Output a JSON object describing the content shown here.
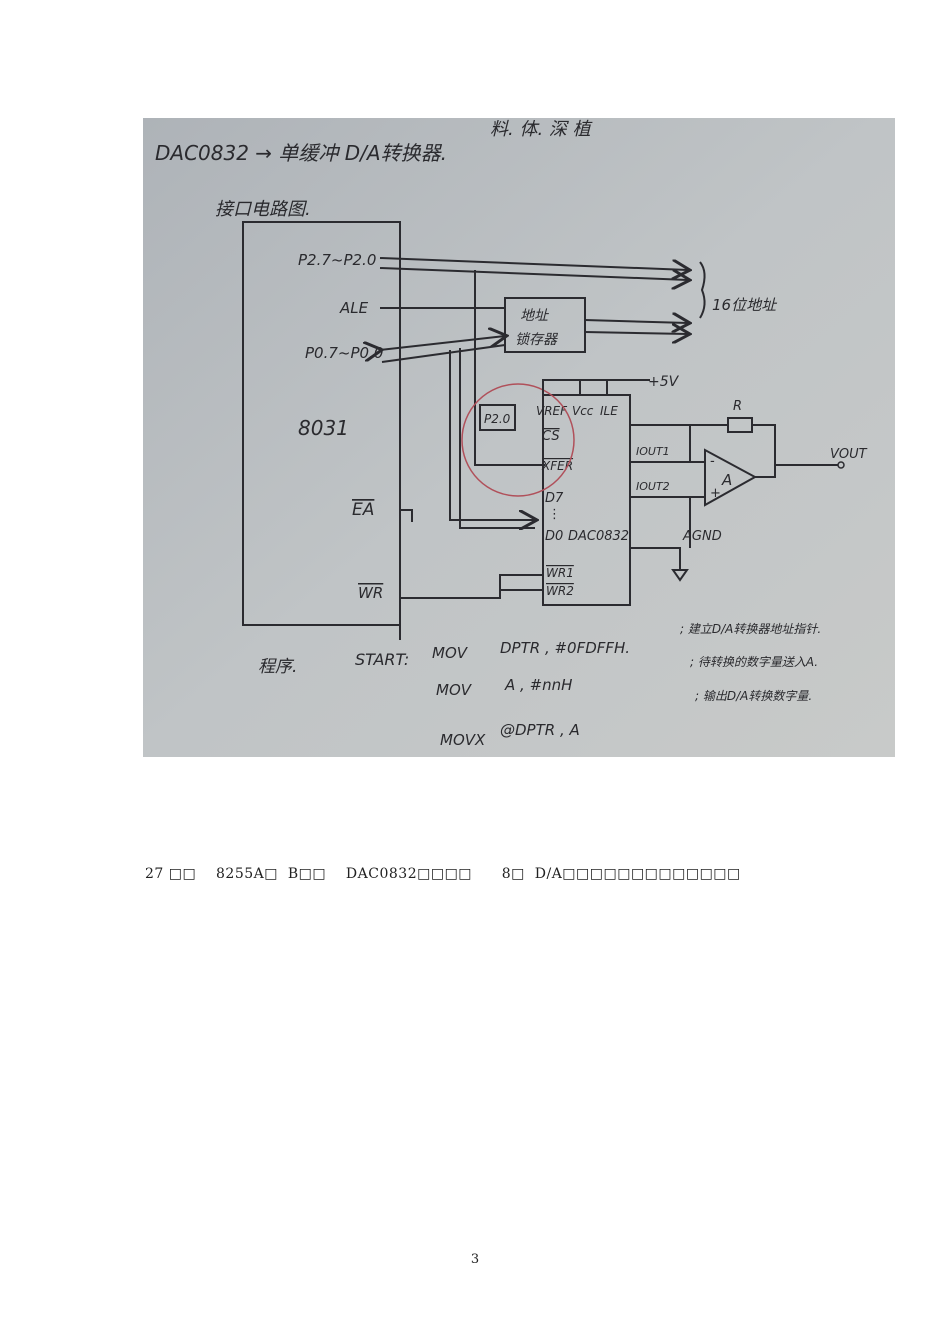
{
  "photo": {
    "top_scribble": "料. 体. 深 植",
    "title": "DAC0832 → 单缓冲 D/A转换器.",
    "subtitle": "接口电路图.",
    "mcu": {
      "name": "8031",
      "pins": [
        "P2.7~P2.0",
        "ALE",
        "P0.7~P0.0",
        "EA",
        "WR"
      ]
    },
    "latch_label": [
      "地址",
      "锁存器"
    ],
    "address_label": "16位地址",
    "dac": {
      "pins_top": [
        "VREF",
        "Vcc",
        "ILE"
      ],
      "pins_left": [
        "CS",
        "XFER",
        "D7",
        "⋮",
        "D0",
        "WR1",
        "WR2"
      ],
      "name": "DAC0832",
      "pins_right": [
        "IOUT1",
        "IOUT2"
      ]
    },
    "p20_label": "P2.0",
    "supply": "+5V",
    "resistor": "R",
    "opamp_minus": "-",
    "opamp_plus": "+",
    "opamp": "A",
    "output": "VOUT",
    "ground": "AGND",
    "program_label": "程序.",
    "code": [
      {
        "label": "START:",
        "op": "MOV",
        "args": "DPTR , #0FDFFH.",
        "comment": "; 建立D/A转换器地址指针."
      },
      {
        "label": "",
        "op": "MOV",
        "args": "A , #nnH",
        "comment": "; 待转换的数字量送入A."
      },
      {
        "label": "",
        "op": "MOVX",
        "args": "@DPTR , A",
        "comment": "; 输出D/A转换数字量."
      }
    ],
    "colors": {
      "background": "#b9bec2",
      "ink": "#2b2b30",
      "circle": "#b0505a"
    }
  },
  "caption": "27 □□    8255A□  B□□    DAC0832□□□□      8□  D/A□□□□□□□□□□□□□",
  "page_number": "3"
}
